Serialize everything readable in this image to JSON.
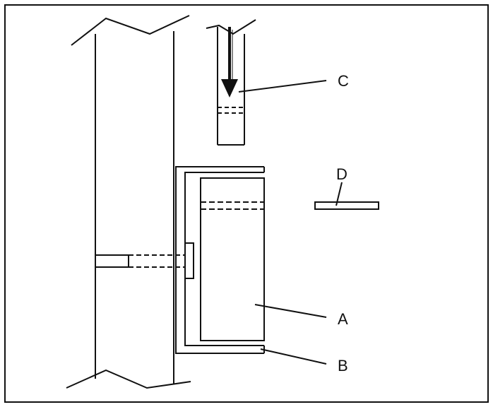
{
  "diagram": {
    "labels": {
      "a": "A",
      "b": "B",
      "c": "C",
      "d": "D"
    },
    "colors": {
      "stroke": "#111111",
      "background": "#ffffff"
    },
    "icons": {
      "downward_arrow": "down-arrow-icon"
    }
  }
}
